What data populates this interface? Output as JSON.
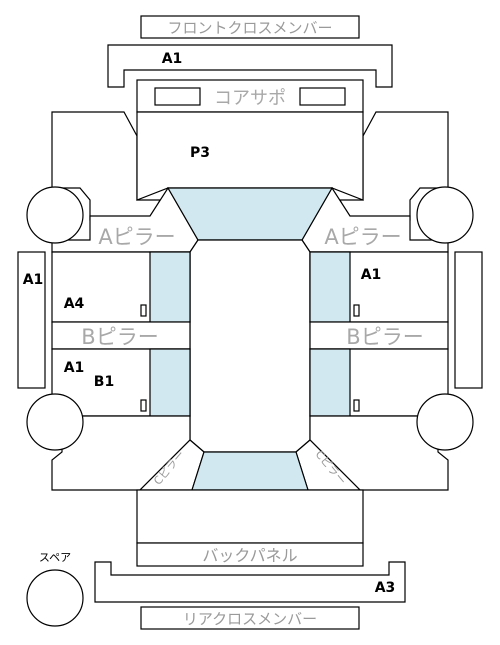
{
  "labels": {
    "front_cross_member": "フロントクロスメンバー",
    "core_support": "コアサポ",
    "a_pillar_left": "Aピラー",
    "a_pillar_right": "Aピラー",
    "b_pillar_left": "Bピラー",
    "b_pillar_right": "Bピラー",
    "back_panel": "バックパネル",
    "rear_cross_member": "リアクロスメンバー",
    "spare": "スペア",
    "c_pillar_left": "Cピラー",
    "c_pillar_right": "Cピラー"
  },
  "codes": {
    "front_cross_member": "A1",
    "core_support": "P3",
    "left_side_member": "A1",
    "left_front_door": "A4",
    "left_rear_door_1": "A1",
    "left_rear_door_2": "B1",
    "right_front_door": "A1",
    "rear_cross_member": "A3"
  },
  "colors": {
    "glass": "#d2e8f0",
    "line": "#000000",
    "label_gray": "#9a9a9a"
  }
}
